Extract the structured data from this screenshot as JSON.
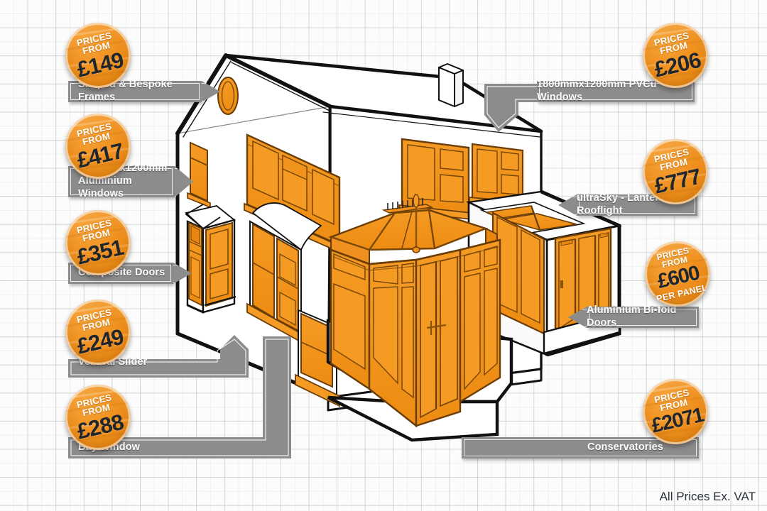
{
  "meta": {
    "footnote": "All Prices Ex. VAT",
    "prices_from_line1": "PRICES",
    "prices_from_line2": "FROM",
    "accent_orange": "#F0911F",
    "bar_gray": "#8C8C8C",
    "ink": "#20262B"
  },
  "callouts": [
    {
      "id": "shaped-bespoke-frames",
      "label": "Shaped & Bespoke Frames",
      "price": "£149",
      "sub": "",
      "side": "left",
      "connector": "arrow"
    },
    {
      "id": "aluminium-windows-1200",
      "label": "1200mmx1200mm\nAluminium Windows",
      "price": "£417",
      "sub": "",
      "side": "left",
      "connector": "arrow"
    },
    {
      "id": "composite-doors",
      "label": "Composite Doors",
      "price": "£351",
      "sub": "",
      "side": "left",
      "connector": "arrow"
    },
    {
      "id": "vertical-slider",
      "label": "Vertical Slider",
      "price": "£249",
      "sub": "",
      "side": "left",
      "connector": "elbow-up"
    },
    {
      "id": "bay-window",
      "label": "Bay Window",
      "price": "£288",
      "sub": "",
      "side": "left",
      "connector": "bracket-up"
    },
    {
      "id": "pvcu-windows-1800",
      "label": "1800mmx1200mm PVCu Windows",
      "price": "£206",
      "sub": "",
      "side": "right",
      "connector": "elbow-down"
    },
    {
      "id": "ultrasky-lantern-rooflight",
      "label": "ultraSky - Lantern Rooflight",
      "price": "£777",
      "sub": "",
      "side": "right",
      "connector": "arrow"
    },
    {
      "id": "aluminium-bifold-doors",
      "label": "Aluminium Bi-fold Doors",
      "price": "£600",
      "sub": "PER PANEL",
      "side": "right",
      "connector": "arrow"
    },
    {
      "id": "conservatories",
      "label": "Conservatories",
      "price": "£2071",
      "sub": "",
      "side": "right",
      "connector": "bar-only"
    }
  ]
}
